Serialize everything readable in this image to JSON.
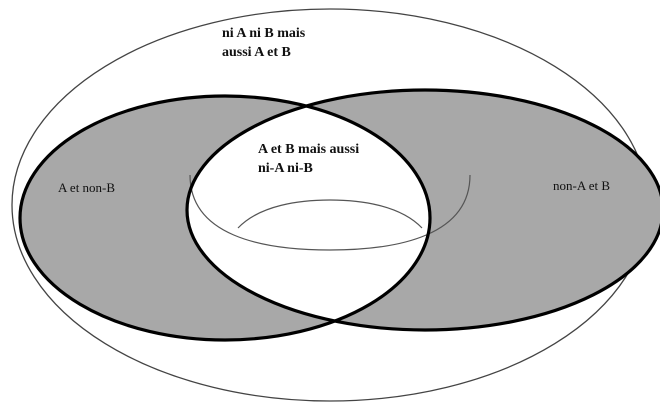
{
  "labels": {
    "top_line1": "ni A ni B  mais",
    "top_line2": "aussi A et B",
    "center_line1": "A et B mais aussi",
    "center_line2": "ni-A ni-B",
    "left": "A et non-B",
    "right": "non-A et B"
  },
  "colors": {
    "shaded_region": "#a8a8a8",
    "outline": "#000000",
    "background": "#ffffff",
    "outer_outline": "#444444"
  }
}
